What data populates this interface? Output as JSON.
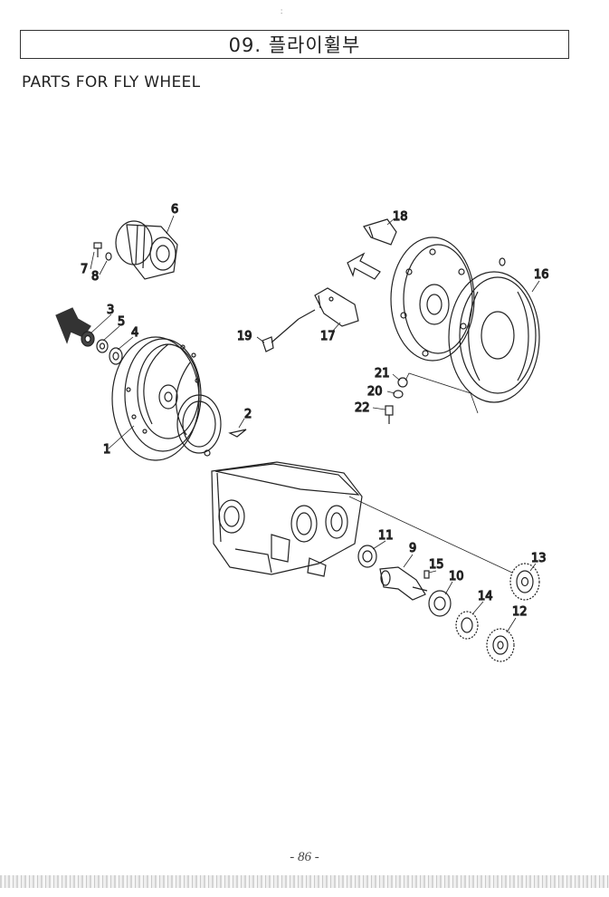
{
  "header": {
    "top_mark": ":",
    "title": "09. 플라이휠부",
    "subtitle": "PARTS FOR FLY WHEEL"
  },
  "callouts": [
    "1",
    "2",
    "3",
    "4",
    "5",
    "6",
    "7",
    "8",
    "9",
    "10",
    "11",
    "12",
    "13",
    "14",
    "15",
    "16",
    "17",
    "18",
    "19",
    "20",
    "21",
    "22"
  ],
  "footer": {
    "page_number": "- 86 -"
  }
}
